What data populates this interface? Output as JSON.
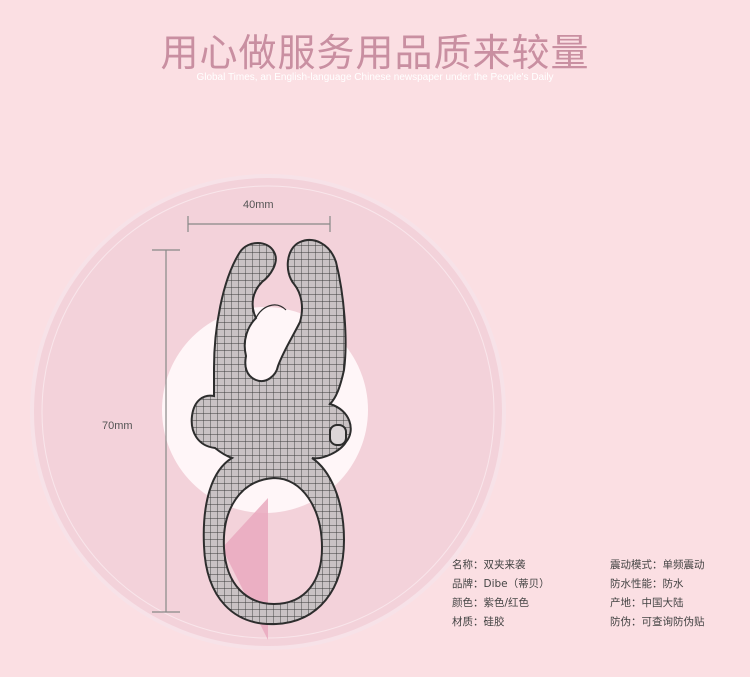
{
  "header": {
    "title": "用心做服务用品质来较量",
    "subtitle": "Global Times, an English-language Chinese newspaper under the People's Daily"
  },
  "dimensions": {
    "width_label": "40mm",
    "height_label": "70mm"
  },
  "specs": {
    "left": [
      {
        "label": "名称：",
        "value": "双夹来袭"
      },
      {
        "label": "品牌：",
        "value": "Dibe（蒂贝）"
      },
      {
        "label": "颜色：",
        "value": "紫色/红色"
      },
      {
        "label": "材质：",
        "value": "硅胶"
      }
    ],
    "right": [
      {
        "label": "震动模式：",
        "value": "单频震动"
      },
      {
        "label": "防水性能：",
        "value": "防水"
      },
      {
        "label": "产地：",
        "value": "中国大陆"
      },
      {
        "label": "防伪：",
        "value": "可查询防伪贴"
      }
    ]
  },
  "colors": {
    "background": "#fbdfe3",
    "ring": "#eec9d2",
    "accent": "#e7a5bb",
    "title": "#c98fa1"
  }
}
